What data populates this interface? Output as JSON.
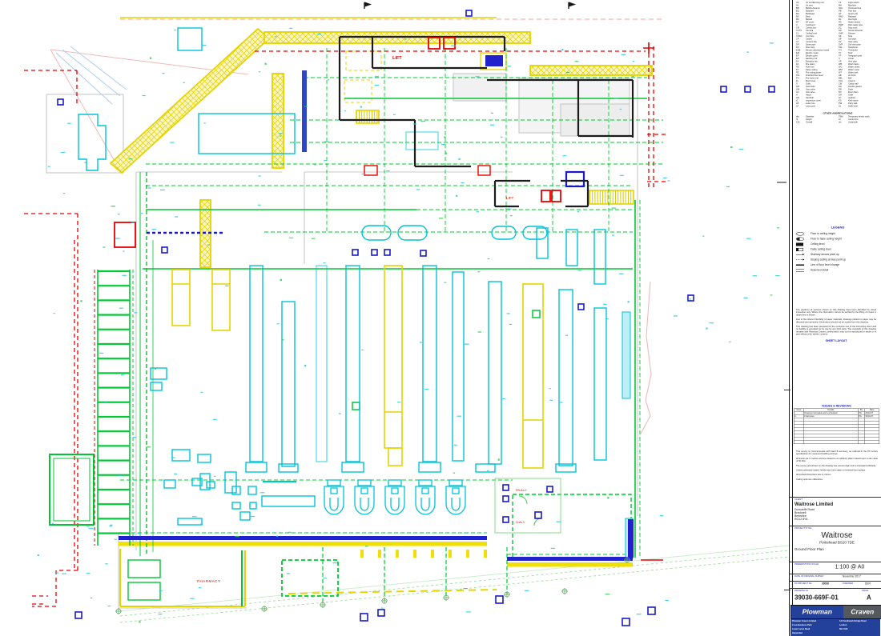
{
  "drawing": {
    "labels": {
      "lift_upper": "LIFT",
      "lift_lower": "LIFT",
      "pharmacy": "PHARMACY",
      "fb_alc": "FB-ALC",
      "h_alc": "H-ALC"
    },
    "colors": {
      "cyan": "#00c3d8",
      "yellow": "#e8d600",
      "green": "#00c832",
      "red": "#e80000",
      "navy": "#1a1ac8",
      "brand_blue": "#23409a"
    }
  },
  "panel": {
    "abbreviations": {
      "col1": [
        [
          "AC",
          "Air conditioning unit"
        ],
        [
          "AV",
          "Air vent"
        ],
        [
          "BB",
          "Belisha beacon"
        ],
        [
          "BD",
          "Boarded"
        ],
        [
          "BH",
          "Bulkhead"
        ],
        [
          "BK",
          "Brick"
        ],
        [
          "BO",
          "Bollard"
        ],
        [
          "BT",
          "BT cover"
        ],
        [
          "C",
          "Cupboard"
        ],
        [
          "CB",
          "Control box"
        ],
        [
          "CCTV",
          "Camera"
        ],
        [
          "CL",
          "Ceiling level"
        ],
        [
          "CONC",
          "Concrete"
        ],
        [
          "CP",
          "Carpet"
        ],
        [
          "CT",
          "Ceramic tile"
        ],
        [
          "DP",
          "Down pipe"
        ],
        [
          "DS",
          "Door stop"
        ],
        [
          "EDB",
          "Electric distribution board"
        ],
        [
          "EM",
          "Electric meter"
        ],
        [
          "EP",
          "Electric point"
        ],
        [
          "ER",
          "Earthing rod"
        ],
        [
          "EX",
          "Extractor fan"
        ],
        [
          "FA",
          "Fire alarm"
        ],
        [
          "FB",
          "Fuse box"
        ],
        [
          "FC",
          "False ceiling"
        ],
        [
          "FE",
          "Fire extinguisher"
        ],
        [
          "FFL",
          "Finished floor level"
        ],
        [
          "FH",
          "Fire hose reel"
        ],
        [
          "FL",
          "Floor level"
        ],
        [
          "G",
          "Gully"
        ],
        [
          "GB",
          "Gas boiler"
        ],
        [
          "GM",
          "Gas meter"
        ],
        [
          "GV",
          "Gas valve"
        ],
        [
          "H",
          "Hatch"
        ],
        [
          "HR",
          "Handrail"
        ],
        [
          "IC",
          "Inspection cover"
        ],
        [
          "LB",
          "Letter box"
        ],
        [
          "LP",
          "Lamp post"
        ]
      ],
      "col2": [
        [
          "LS",
          "Light switch"
        ],
        [
          "MH",
          "Manhole"
        ],
        [
          "OHL",
          "Overhead line"
        ],
        [
          "PB",
          "Post box"
        ],
        [
          "QT",
          "Quarry tile"
        ],
        [
          "RAD",
          "Radiator"
        ],
        [
          "RL",
          "Roof light"
        ],
        [
          "RS",
          "Roller shutter"
        ],
        [
          "RWP",
          "Rain water pipe"
        ],
        [
          "SC",
          "Stop cock"
        ],
        [
          "SD",
          "Smoke detector"
        ],
        [
          "SHR",
          "Shower"
        ],
        [
          "SK",
          "Sink"
        ],
        [
          "SP",
          "Soil pipe"
        ],
        [
          "SV",
          "Stop valve"
        ],
        [
          "SVP",
          "Soil vent pipe"
        ],
        [
          "TEL",
          "Telephone"
        ],
        [
          "TH",
          "Threshold"
        ],
        [
          "TK",
          "Tank"
        ],
        [
          "TP",
          "Telegraph pole"
        ],
        [
          "U",
          "Urinal"
        ],
        [
          "VP",
          "Vent pipe"
        ],
        [
          "WB",
          "Wash basin"
        ],
        [
          "WC",
          "Water closet"
        ],
        [
          "WM",
          "Water meter"
        ],
        [
          "WT",
          "Water tank"
        ],
        [
          "AB",
          "Air brick"
        ],
        [
          "BEL",
          "Bell"
        ],
        [
          "COL",
          "Column"
        ],
        [
          "CW",
          "Cavity wall"
        ],
        [
          "DG",
          "Double glazed"
        ],
        [
          "DR",
          "Drain"
        ],
        [
          "FD",
          "Floor drain"
        ],
        [
          "GR",
          "Grille"
        ],
        [
          "HY",
          "Hydrant"
        ],
        [
          "KS",
          "Kerb stone"
        ],
        [
          "PW",
          "Party wall"
        ],
        [
          "SL",
          "Soffit level"
        ]
      ],
      "other_title": "OTHER ABBREVIATIONS",
      "other": [
        [
          "dia",
          "Diameter"
        ],
        [
          "ht",
          "Height"
        ],
        [
          "O/A",
          "Overall"
        ],
        [
          "TBM",
          "Temporary bench mark"
        ],
        [
          "c/l",
          "Centre line"
        ],
        [
          "u/s",
          "Underside"
        ]
      ]
    },
    "legend": {
      "title": "LEGEND",
      "items": [
        {
          "symbol": "oval",
          "label": "Floor to ceiling height"
        },
        {
          "symbol": "oval2",
          "label": "Floor to false ceiling height"
        },
        {
          "symbol": "box-solid",
          "label": "Ceiling level"
        },
        {
          "symbol": "box",
          "label": "False ceiling level"
        },
        {
          "symbol": "line",
          "label": "Stairway arrows point up"
        },
        {
          "symbol": "line-dash",
          "label": "Sloping ceiling arrows point up"
        },
        {
          "symbol": "thick",
          "label": "Line of floor level change"
        },
        {
          "symbol": "double",
          "label": "Assumed detail"
        }
      ]
    },
    "notes_top": [
      "The positions of services shown on this drawing have been identified by visual inspection only. Where the information cannot be verified by the lifting of covers a dotted line is shown.",
      "Due to the inherent flexibility of paper materials, drawings plotted on paper may be distorted and stretched. Dimensions should not be scaled from this drawing.",
      "This drawing has been prepared for the exclusive use of the instructing client and no liability is accepted for its use by any third party. The copyright of this drawing remains with Plowman Craven Limited and it may not be reproduced in whole or in part without prior written consent."
    ],
    "sheet_layout_label": "SHEET LAYOUT",
    "revisions": {
      "title": "ISSUES & REVISIONS",
      "headers": [
        "Issue",
        "Details",
        "By",
        "Date"
      ],
      "rows": [
        [
          "-",
          "Drawing incomplete and unchecked",
          "PG",
          "24/11/17"
        ],
        [
          "A",
          "Final issue",
          "PG",
          "30/11/17"
        ]
      ],
      "empty_rows": 8
    },
    "notes_bottom": [
      "This survey is commensurate with band B accuracy, as outlined in the PC survey specification for measured building surveys.",
      "All levels are in metres and are related to an arbitrary datum based upon a site value of 50.00m.",
      "The survey grid shown on this drawing has a local origin and is orientated arbitrarily.",
      "Unless otherwise stated, levels have been taken to finished floor surface.",
      "All quoted dimensions are in metres.",
      "Ceiling units are millimetres."
    ],
    "client": {
      "label": "CLIENT",
      "name": "Waitrose Limited",
      "address": [
        "Doncastle Road",
        "Bracknell",
        "Berkshire",
        "RG12 8YA"
      ]
    },
    "project": {
      "label": "PROJECT TITLE",
      "name": "Waitrose",
      "location": "Portishead BS20 7DE",
      "sheet": "Ground Floor Plan"
    },
    "fields": {
      "scale_label": "PRESENTATION SCALE",
      "scale": "1:100 @ A0",
      "survey_label": "DATE OF ORIGINAL SURVEY",
      "survey": "November 2017",
      "project_no_label": "PC PROJECT No.",
      "project_no": "39030",
      "checked_label": "CHECKED",
      "checked": "DER",
      "drawing_no_label": "DRAWING No.",
      "drawing_no": "39030-669F-01",
      "issue_label": "ISSUE",
      "issue": "A"
    },
    "logo": {
      "left": "Plowman",
      "right": "Craven",
      "address_left": [
        "Plowman Craven Limited",
        "2 Lea Business Park",
        "Lower Luton Road",
        "Harpenden",
        "Hertfordshire"
      ],
      "address_right": [
        "141 Southwark Bridge Road",
        "London",
        "SE1 0HX"
      ]
    }
  }
}
